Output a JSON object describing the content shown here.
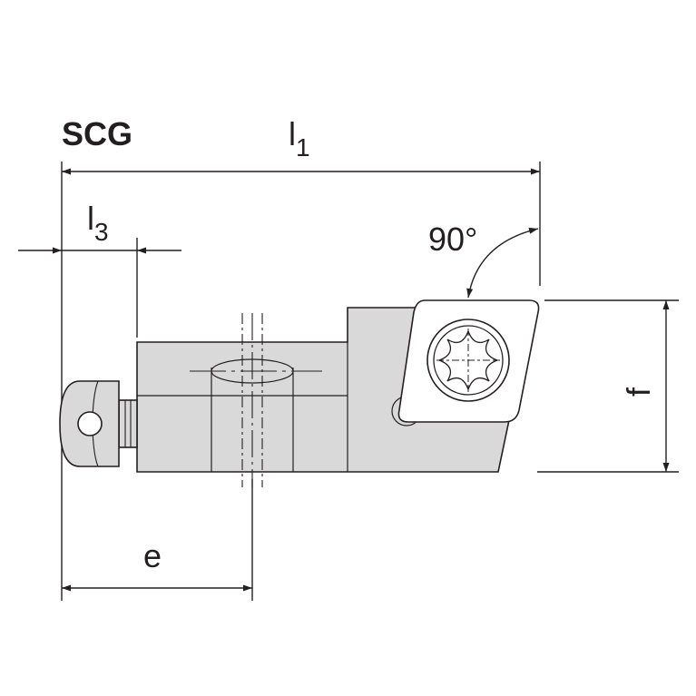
{
  "title": "SCG",
  "dimensions": {
    "l1": {
      "main": "l",
      "sub": "1"
    },
    "l3": {
      "main": "l",
      "sub": "3"
    },
    "e": "e",
    "f": "f",
    "angle": "90°"
  },
  "colors": {
    "body": "#d9d9d9",
    "line": "#231f20",
    "insert": "#ffffff"
  }
}
